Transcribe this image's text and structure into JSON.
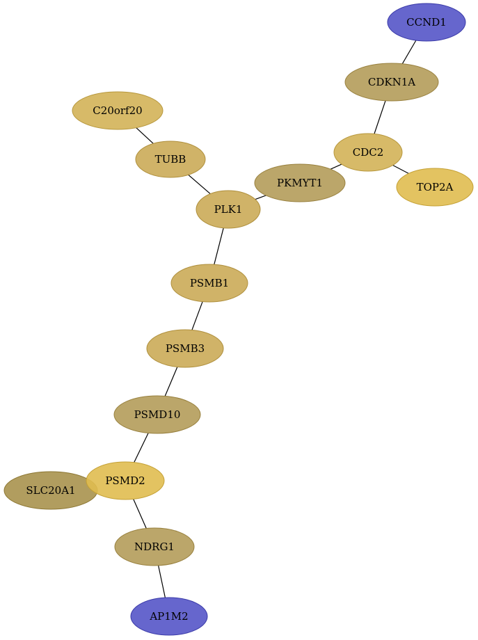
{
  "colors": {
    "blue": "#5555c8",
    "blue_stroke": "#3a3aa8",
    "gold_light": "#e0bc50",
    "gold_mid": "#d3b358",
    "gold_warm": "#cbab58",
    "olive": "#b49c5a",
    "olive_dark": "#a8924e",
    "edge": "#000000"
  },
  "nodes": [
    {
      "id": "CCND1",
      "label": "CCND1",
      "color": "blue"
    },
    {
      "id": "CDKN1A",
      "label": "CDKN1A",
      "color": "olive"
    },
    {
      "id": "C20orf20",
      "label": "C20orf20",
      "color": "gold_mid"
    },
    {
      "id": "CDC2",
      "label": "CDC2",
      "color": "gold_mid"
    },
    {
      "id": "TUBB",
      "label": "TUBB",
      "color": "gold_warm"
    },
    {
      "id": "PKMYT1",
      "label": "PKMYT1",
      "color": "olive"
    },
    {
      "id": "TOP2A",
      "label": "TOP2A",
      "color": "gold_light"
    },
    {
      "id": "PLK1",
      "label": "PLK1",
      "color": "gold_warm"
    },
    {
      "id": "PSMB1",
      "label": "PSMB1",
      "color": "gold_warm"
    },
    {
      "id": "PSMB3",
      "label": "PSMB3",
      "color": "gold_warm"
    },
    {
      "id": "PSMD10",
      "label": "PSMD10",
      "color": "olive"
    },
    {
      "id": "SLC20A1",
      "label": "SLC20A1",
      "color": "olive_dark"
    },
    {
      "id": "PSMD2",
      "label": "PSMD2",
      "color": "gold_light"
    },
    {
      "id": "NDRG1",
      "label": "NDRG1",
      "color": "olive"
    },
    {
      "id": "AP1M2",
      "label": "AP1M2",
      "color": "blue"
    }
  ],
  "edges": [
    [
      "CCND1",
      "CDKN1A"
    ],
    [
      "CDKN1A",
      "CDC2"
    ],
    [
      "CDC2",
      "PKMYT1"
    ],
    [
      "CDC2",
      "TOP2A"
    ],
    [
      "C20orf20",
      "TUBB"
    ],
    [
      "TUBB",
      "PLK1"
    ],
    [
      "PKMYT1",
      "PLK1"
    ],
    [
      "PLK1",
      "PSMB1"
    ],
    [
      "PSMB1",
      "PSMB3"
    ],
    [
      "PSMB3",
      "PSMD10"
    ],
    [
      "PSMD10",
      "PSMD2"
    ],
    [
      "PSMD2",
      "NDRG1"
    ],
    [
      "NDRG1",
      "AP1M2"
    ]
  ]
}
